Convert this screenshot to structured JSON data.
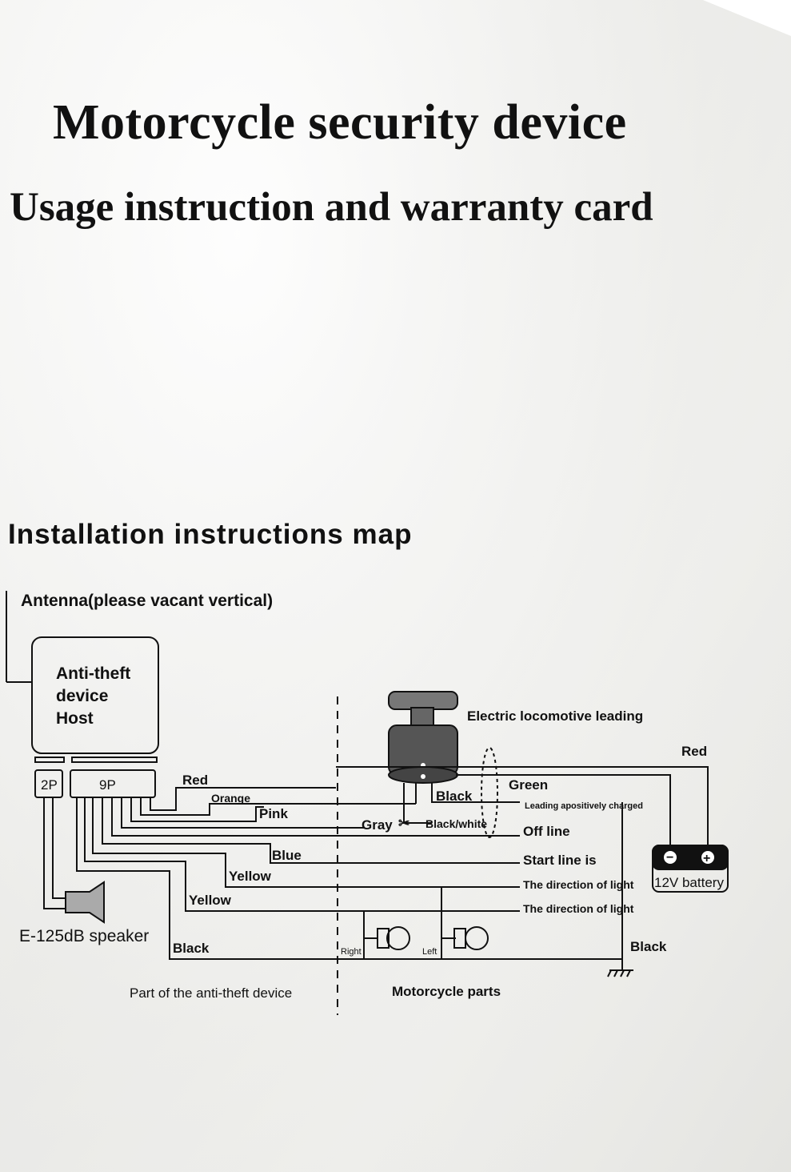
{
  "document": {
    "title": "Motorcycle security device",
    "subtitle": "Usage instruction and warranty card",
    "section_title": "Installation instructions map"
  },
  "diagram": {
    "antenna": "Antenna(please vacant vertical)",
    "host": [
      "Anti-theft",
      "device",
      "Host"
    ],
    "connector_2p": "2P",
    "connector_9p": "9P",
    "speaker": "E-125dB speaker",
    "wires_left": {
      "red": "Red",
      "orange": "Orange",
      "pink": "Pink",
      "blue": "Blue",
      "yellow1": "Yellow",
      "yellow2": "Yellow",
      "black": "Black"
    },
    "lock_label": "Electric locomotive leading",
    "lock_wires": {
      "black": "Black",
      "green": "Green",
      "gray": "Gray",
      "black_white": "Black/white"
    },
    "right_labels": {
      "leading": "Leading apositively charged",
      "off": "Off line",
      "start": "Start line is",
      "dir1": "The direction of light",
      "dir2": "The direction of light"
    },
    "battery": "12V battery",
    "battery_red": "Red",
    "battery_black": "Black",
    "lamp_right": "Right",
    "lamp_left": "Left",
    "part_device": "Part of the anti-theft device",
    "part_moto": "Motorcycle parts"
  }
}
